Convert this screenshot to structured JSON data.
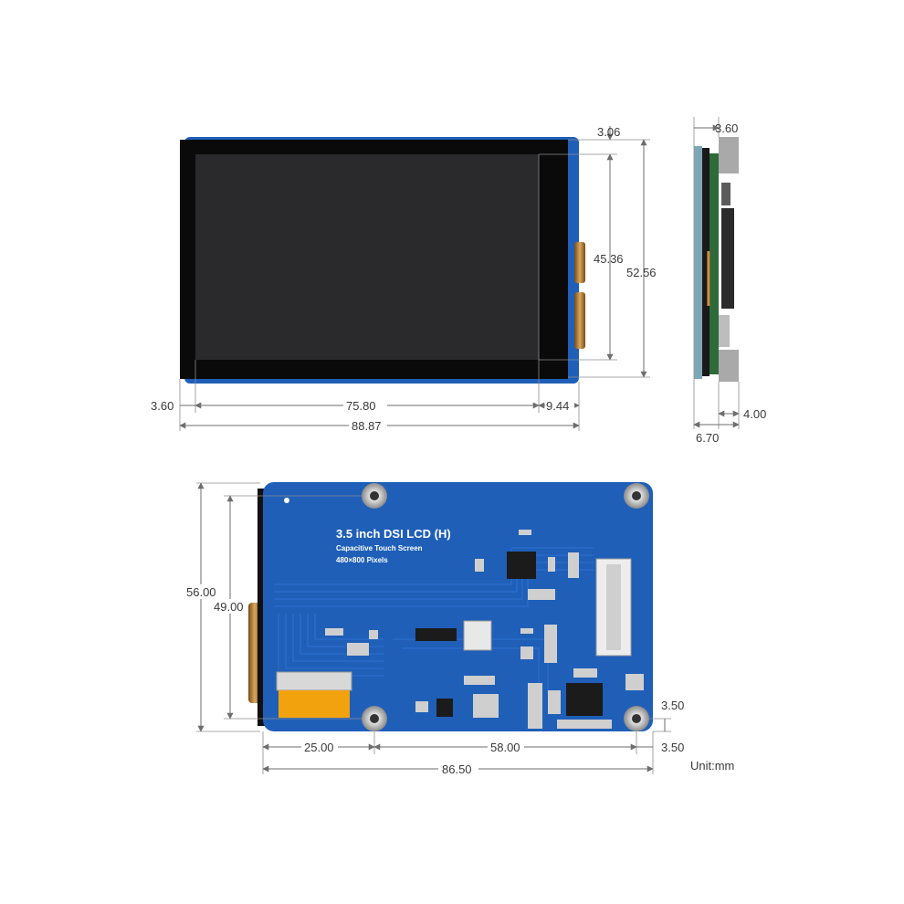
{
  "front_view": {
    "dimensions": {
      "border_top": "3.06",
      "active_height": "45.36",
      "outline_height": "52.56",
      "border_left": "3.60",
      "active_width": "75.80",
      "border_right": "9.44",
      "outline_width": "88.87"
    }
  },
  "side_view": {
    "dimensions": {
      "glass_thickness": "3.60",
      "total_thickness": "6.70",
      "standoff_height": "4.00"
    }
  },
  "back_view": {
    "board_title": "3.5 inch DSI LCD (H)",
    "board_subtitle": "Capacitive Touch Screen",
    "board_resolution": "480×800 Pixels",
    "dimensions": {
      "outline_height": "56.00",
      "hole_spacing_vertical": "49.00",
      "left_hole_offset": "25.00",
      "hole_spacing_horizontal": "58.00",
      "hole_edge_offset_right": "3.50",
      "hole_edge_offset_bottom": "3.50",
      "outline_width": "86.50"
    }
  },
  "unit_label": "Unit:mm",
  "colors": {
    "pcb_blue": "#1f5fb8",
    "bezel_black": "#0a0a0a",
    "screen_gray": "#2a2a2c",
    "connector_orange": "#f2a20c",
    "dimension_line": "#6e6e6e"
  }
}
